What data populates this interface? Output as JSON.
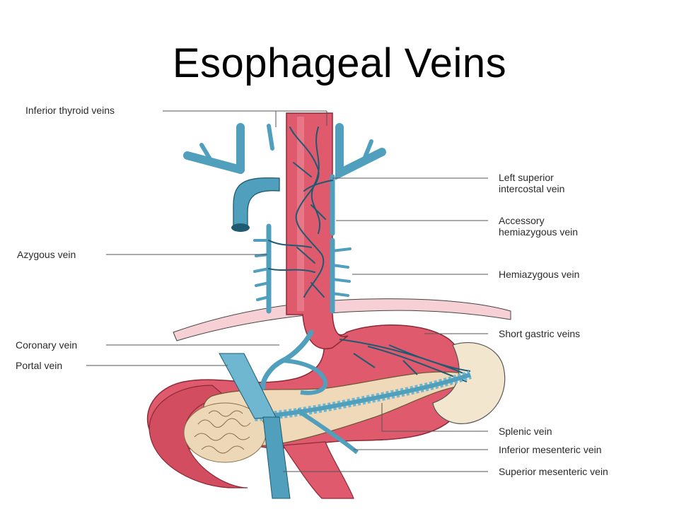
{
  "title": "Esophageal Veins",
  "labels": {
    "inferior_thyroid_veins": "Inferior thyroid veins",
    "left_superior_intercostal_vein": [
      "Left superior",
      "intercostal vein"
    ],
    "accessory_hemiazygous_vein": [
      "Accessory",
      "hemiazygous vein"
    ],
    "azygous_vein": "Azygous vein",
    "hemiazygous_vein": "Hemiazygous vein",
    "short_gastric_veins": "Short gastric veins",
    "coronary_vein": "Coronary vein",
    "portal_vein": "Portal vein",
    "splenic_vein": "Splenic vein",
    "inferior_mesenteric_vein": "Inferior mesenteric vein",
    "superior_mesenteric_vein": "Superior mesenteric vein"
  },
  "colors": {
    "vein": "#4f9fbd",
    "esophagus": "#de5a6c",
    "esophagus_dark": "#b8394d",
    "pancreas": "#efd9b8",
    "spleen": "#f3e6cf",
    "diaphragm": "#f6d0d4",
    "leader_line": "#555555"
  }
}
